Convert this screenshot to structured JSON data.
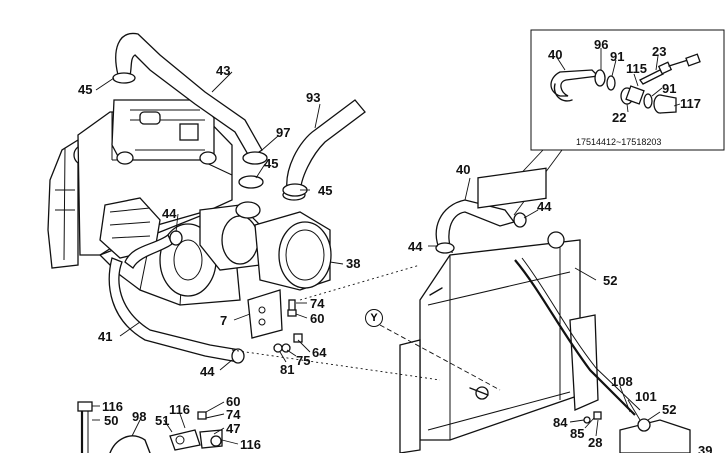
{
  "inset": {
    "serial_range": "17514412~17518203",
    "labels": [
      "40",
      "96",
      "91",
      "23",
      "115",
      "91",
      "22",
      "117"
    ]
  },
  "callouts": {
    "c43": "43",
    "c45a": "45",
    "c93": "93",
    "c97": "97",
    "c45b": "45",
    "c45c": "45",
    "c44a": "44",
    "c40": "40",
    "c44b": "44",
    "c44c": "44",
    "c38": "38",
    "c52a": "52",
    "c74a": "74",
    "c7": "7",
    "c60a": "60",
    "c41": "41",
    "c64": "64",
    "c75": "75",
    "c81": "81",
    "c44d": "44",
    "c108": "108",
    "c101": "101",
    "c52b": "52",
    "c84": "84",
    "c85": "85",
    "c28": "28",
    "c116a": "116",
    "c50": "50",
    "c98": "98",
    "c51": "51",
    "c116b": "116",
    "c60b": "60",
    "c74b": "74",
    "c47": "47",
    "c116c": "116",
    "c39": "39"
  },
  "view_marker": "Y"
}
